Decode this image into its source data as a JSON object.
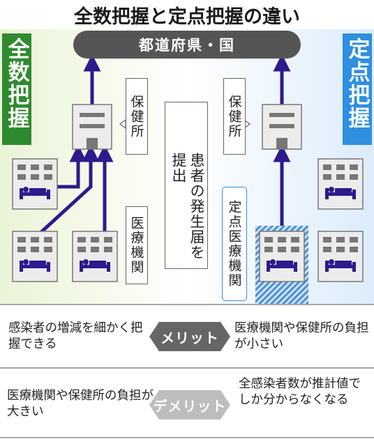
{
  "title": "全数把握と定点把握の違い",
  "left_label": "全数把握",
  "right_label": "定点把握",
  "prefecture_bar": "都道府県・国",
  "left_hokenjo_label": "保健所",
  "right_hokenjo_label": "保健所",
  "center_report_label": "患者の発生届を提出",
  "medical_label": "医療機関",
  "sentinel_label": "定点医療機関",
  "merit": {
    "label": "メリット",
    "left": "感染者の増減を細かく把握できる",
    "right": "医療機関や保健所の負担が小さい"
  },
  "demerit": {
    "label": "デメリット",
    "left": "医療機関や保健所の負担が大きい",
    "right": "全感染者数が推計値でしか分からなくなる"
  },
  "colors": {
    "green": "#2f8a2f",
    "blue": "#2f8fe0",
    "arrow": "#2d1a8c",
    "gray_bar": "#555555"
  }
}
